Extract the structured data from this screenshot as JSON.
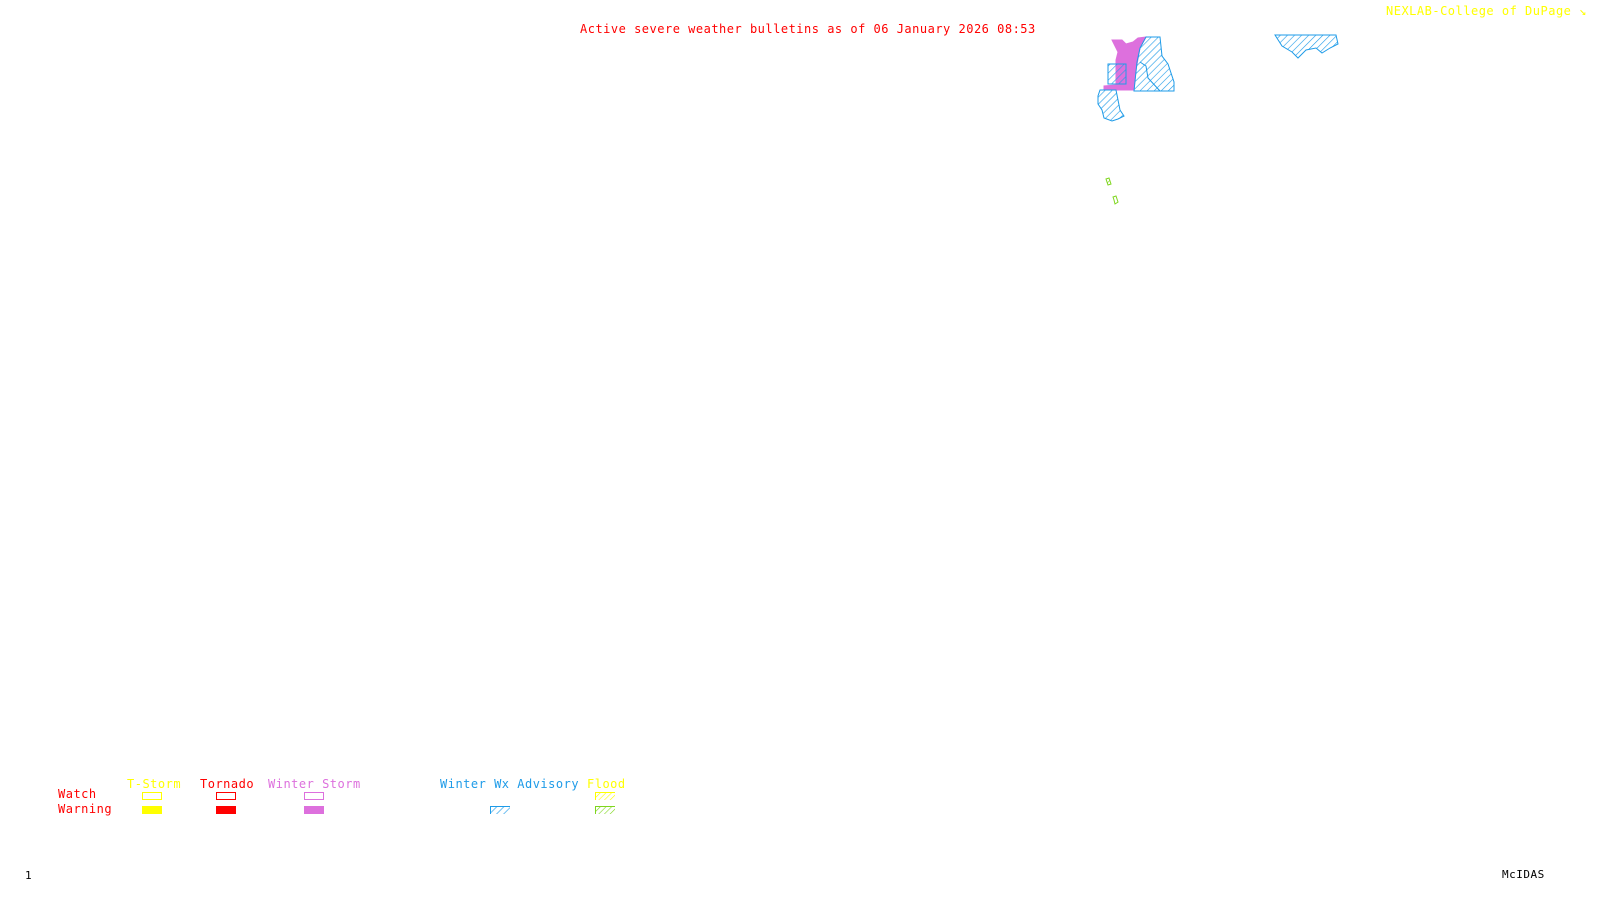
{
  "title": "Active severe weather bulletins as of 06 January 2026 08:53",
  "credit": "NEXLAB-College of DuPage",
  "credit_icon": "arrow-corner-icon",
  "frame_number": "1",
  "software": "McIDAS",
  "colors": {
    "title": "#ff0000",
    "credit": "#ffff00",
    "tstorm": "#ffff00",
    "tornado": "#ff0000",
    "winter_storm": "#dd70dd",
    "winter_wx_advisory": "#1e9be8",
    "flood_watch": "#ffff00",
    "flood_warning": "#7fd61e"
  },
  "legend": {
    "row_labels": {
      "watch": "Watch",
      "warning": "Warning"
    },
    "categories": [
      {
        "key": "tstorm",
        "label": "T-Storm",
        "watch": "outline",
        "warning": "filled"
      },
      {
        "key": "tornado",
        "label": "Tornado",
        "watch": "outline",
        "warning": "filled"
      },
      {
        "key": "winter_storm",
        "label": "Winter Storm",
        "watch": "outline",
        "warning": "filled"
      },
      {
        "key": "winter_wx_advisory",
        "label": "Winter Wx Advisory",
        "watch": null,
        "warning": "hatched"
      },
      {
        "key": "flood",
        "label": "Flood",
        "watch": "hatched",
        "warning": "hatched"
      }
    ]
  },
  "map_features": [
    {
      "type": "Winter Storm Warning",
      "style": "filled",
      "region": "northeast cluster"
    },
    {
      "type": "Winter Wx Advisory",
      "style": "hatched",
      "region": "northeast cluster (multiple zones)"
    },
    {
      "type": "Winter Wx Advisory",
      "style": "hatched",
      "region": "far northeast coast"
    },
    {
      "type": "Flood Warning",
      "style": "hatched outline",
      "region": "two small areas"
    }
  ]
}
